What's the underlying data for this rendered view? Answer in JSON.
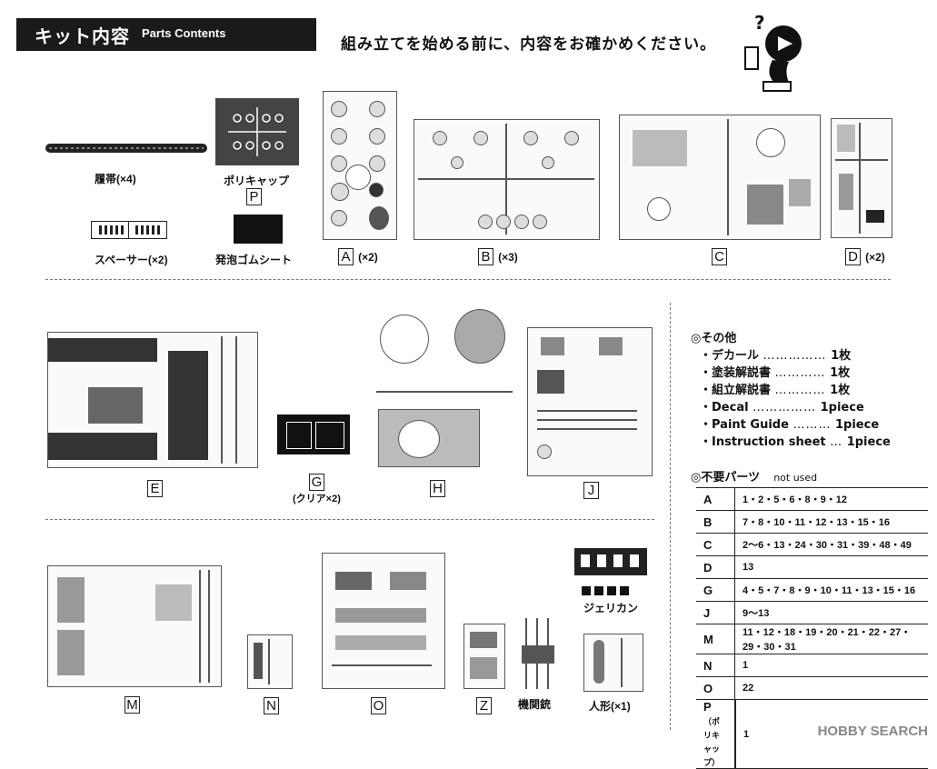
{
  "header": {
    "title_jp": "キット内容",
    "title_en": "Parts Contents"
  },
  "instruction": "組み立てを始める前に、内容をお確かめください。",
  "parts": {
    "track": {
      "label": "履帯",
      "qty": "(×4)"
    },
    "polycap": {
      "label": "ポリキャップ",
      "letter": "P"
    },
    "spacer": {
      "label": "スペーサー",
      "qty": "(×2)"
    },
    "foam": {
      "label": "発泡ゴムシート"
    },
    "A": {
      "letter": "A",
      "qty": "(×2)"
    },
    "B": {
      "letter": "B",
      "qty": "(×3)"
    },
    "C": {
      "letter": "C"
    },
    "D": {
      "letter": "D",
      "qty": "(×2)"
    },
    "E": {
      "letter": "E"
    },
    "G": {
      "letter": "G",
      "qty": "(クリア×2)"
    },
    "H": {
      "letter": "H"
    },
    "J": {
      "letter": "J"
    },
    "M": {
      "letter": "M"
    },
    "N": {
      "letter": "N"
    },
    "O": {
      "letter": "O"
    },
    "Z": {
      "letter": "Z"
    },
    "jerrycan": {
      "label": "ジェリカン"
    },
    "mg": {
      "label": "機関銃"
    },
    "figure": {
      "label": "人形",
      "qty": "(×1)"
    }
  },
  "other": {
    "title": "◎その他",
    "rows": [
      {
        "name": "・デカール",
        "dots": "……………",
        "qty": "1枚"
      },
      {
        "name": "・塗装解説書",
        "dots": "…………",
        "qty": "1枚"
      },
      {
        "name": "・組立解説書",
        "dots": "…………",
        "qty": "1枚"
      },
      {
        "name": "・Decal",
        "dots": "……………",
        "qty": "1piece"
      },
      {
        "name": "・Paint Guide",
        "dots": "………",
        "qty": "1piece"
      },
      {
        "name": "・Instruction sheet",
        "dots": "…",
        "qty": "1piece"
      }
    ]
  },
  "unused": {
    "title": "◎不要パーツ",
    "subtitle": "not used",
    "rows": [
      {
        "k": "A",
        "v": "1・2・5・6・8・9・12"
      },
      {
        "k": "B",
        "v": "7・8・10・11・12・13・15・16"
      },
      {
        "k": "C",
        "v": "2〜6・13・24・30・31・39・48・49"
      },
      {
        "k": "D",
        "v": "13"
      },
      {
        "k": "G",
        "v": "4・5・7・8・9・10・11・13・15・16"
      },
      {
        "k": "J",
        "v": "9〜13"
      },
      {
        "k": "M",
        "v": "11・12・18・19・20・21・22・27・29・30・31"
      },
      {
        "k": "N",
        "v": "1"
      },
      {
        "k": "O",
        "v": "22"
      }
    ],
    "last": {
      "k": "P",
      "note": "（ポリキャップ）",
      "v": "1"
    }
  },
  "watermark": "HOBBY SEARCH"
}
